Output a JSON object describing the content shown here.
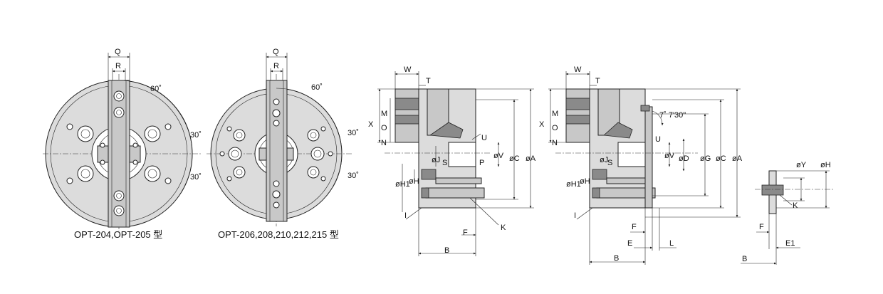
{
  "views": {
    "front_small": {
      "caption": "OPT-204,OPT-205 型",
      "labels": {
        "q": "Q",
        "r": "R",
        "angle_60": "60˚",
        "angle_30a": "30˚",
        "angle_30b": "30˚"
      }
    },
    "front_large": {
      "caption": "OPT-206,208,210,212,215 型",
      "labels": {
        "q": "Q",
        "r": "R",
        "angle_60": "60˚",
        "angle_30a": "30˚",
        "angle_30b": "30˚"
      }
    },
    "section_1": {
      "labels": {
        "w": "W",
        "t": "T",
        "x": "X",
        "o": "O",
        "m": "M",
        "n": "N",
        "u": "U",
        "s": "S",
        "p": "P",
        "j": "øJ",
        "v": "øV",
        "c": "øC",
        "a": "øA",
        "h1": "øH1",
        "h": "øH",
        "i": "I",
        "k": "K",
        "f": "F",
        "b": "B"
      }
    },
    "section_2": {
      "labels": {
        "w": "W",
        "t": "T",
        "x": "X",
        "o": "O",
        "m": "M",
        "n": "N",
        "taper": "7˚ 7'30\"",
        "u": "U",
        "s": "S",
        "j": "øJ",
        "v": "øV",
        "d": "øD",
        "g": "øG",
        "c": "øC",
        "a": "øA",
        "h1": "øH1",
        "h": "øH",
        "i": "I",
        "f": "F",
        "e": "E",
        "l": "L",
        "b": "B"
      }
    },
    "detail": {
      "labels": {
        "y": "øY",
        "h": "øH",
        "k": "K",
        "f": "F",
        "e1": "E1",
        "b": "B"
      }
    }
  }
}
